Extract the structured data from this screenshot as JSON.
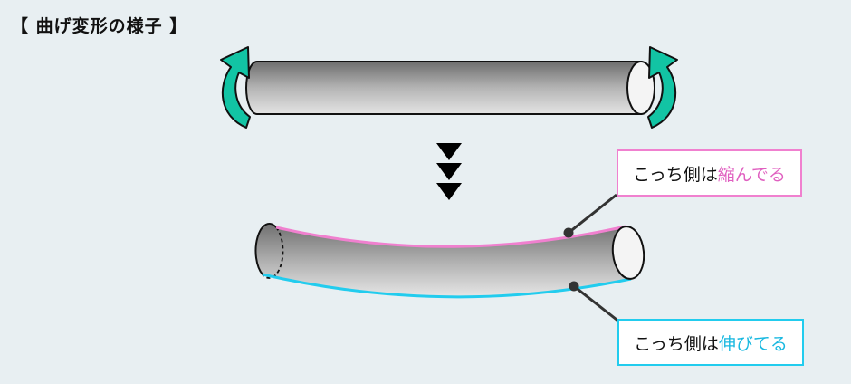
{
  "title": "【 曲げ変形の様子 】",
  "callouts": {
    "compressed": {
      "prefix": "こっち側は",
      "highlight": "縮んでる"
    },
    "stretched": {
      "prefix": "こっち側は",
      "highlight": "伸びてる"
    }
  },
  "colors": {
    "background": "#e8eff2",
    "rotation_arrow": "#12c4a4",
    "compressed_edge": "#f080cf",
    "stretched_edge": "#22ccee",
    "flow_arrow": "#000000"
  },
  "icons": [
    "rotate-left-arrow-icon",
    "rotate-right-arrow-icon",
    "down-triangle-icon"
  ]
}
